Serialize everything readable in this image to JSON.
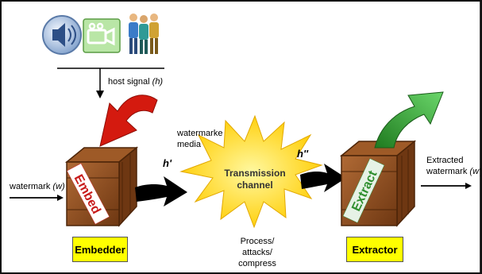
{
  "diagram": {
    "host_signal_label": "host signal",
    "host_signal_var": "(h)",
    "watermark_label": "watermark",
    "watermark_var": "(w)",
    "embed_crate_text": "Embed",
    "embedder_label": "Embedder",
    "h_prime": "h'",
    "watermarked_media_line1": "watermarke",
    "watermarked_media_line2": "media",
    "channel_line1": "Transmission",
    "channel_line2": "channel",
    "process_line1": "Process/",
    "process_line2": "attacks/",
    "process_line3": "compress",
    "h_double_prime": "h''",
    "extract_crate_text": "Extract",
    "extractor_label": "Extractor",
    "extracted_line1": "Extracted",
    "extracted_line2": "watermark",
    "extracted_var": "(w')"
  },
  "icons": [
    "speaker-icon",
    "video-camera-icon",
    "people-icon",
    "red-arrow-icon",
    "green-arrow-icon"
  ],
  "colors": {
    "crate": "#8b4a1f",
    "label_box": "#ffff00",
    "burst": "#ffd700",
    "red_arrow": "#d41a0f",
    "green_arrow": "#2fa12f"
  }
}
